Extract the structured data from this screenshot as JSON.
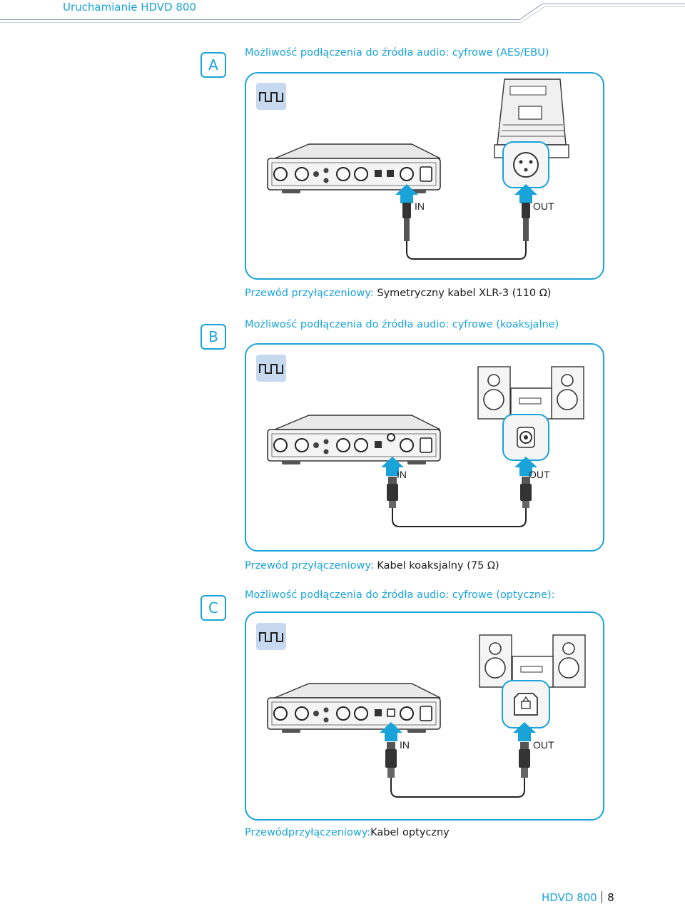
{
  "header": {
    "title": "Uruchamianie HDVD 800"
  },
  "sections": [
    {
      "letter": "A",
      "title": "Możliwość podłączenia do źródła audio: cyfrowe (AES/EBU)",
      "in_label": "IN",
      "out_label": "OUT",
      "cable_label": "Przewód przyłączeniowy:",
      "cable_value": "Symetryczny kabel XLR-3 (110 Ω)",
      "signal_icon": "digital-signal-icon",
      "source_icon": "mixing-console-icon",
      "connector_icon": "xlr-socket-icon"
    },
    {
      "letter": "B",
      "title": "Możliwość podłączenia do źródła audio: cyfrowe (koaksjalne)",
      "in_label": "IN",
      "out_label": "OUT",
      "cable_label": "Przewód przyłączeniowy:",
      "cable_value": "Kabel koaksjalny (75 Ω)",
      "signal_icon": "digital-signal-icon",
      "source_icon": "stereo-system-icon",
      "connector_icon": "coaxial-socket-icon"
    },
    {
      "letter": "C",
      "title": "Możliwość podłączenia do źródła audio: cyfrowe (optyczne):",
      "in_label": "IN",
      "out_label": "OUT",
      "cable_label": "Przewódprzyłączeniowy:",
      "cable_value": "Kabel optyczny",
      "signal_icon": "digital-signal-icon",
      "source_icon": "stereo-system-icon",
      "connector_icon": "optical-socket-icon"
    }
  ],
  "footer": {
    "model": "HDVD 800",
    "page": "8"
  },
  "colors": {
    "accent": "#1aa3d9",
    "icon_bg": "#c6d9ef",
    "device": "#333333"
  }
}
